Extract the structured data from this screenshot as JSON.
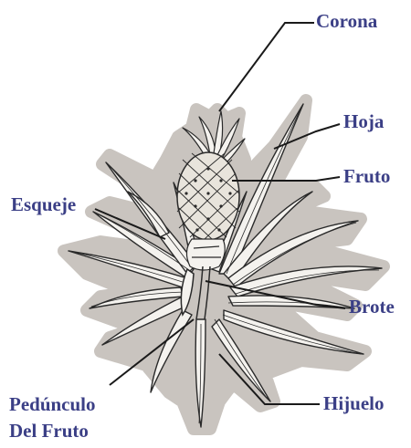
{
  "labels": {
    "corona": "Corona",
    "hoja": "Hoja",
    "fruto": "Fruto",
    "esqueje": "Esqueje",
    "brote": "Brote",
    "pedunculo_line1": "Pedúnculo",
    "pedunculo_line2": "Del Fruto",
    "hijuelo": "Hijuelo"
  },
  "colors": {
    "label_text": "#3b3f86",
    "leader_line": "#1a1a1a",
    "halo": "#c9c4bf",
    "plant_ink": "#2a2a2a",
    "fruit_fill": "#e8e4dc"
  }
}
